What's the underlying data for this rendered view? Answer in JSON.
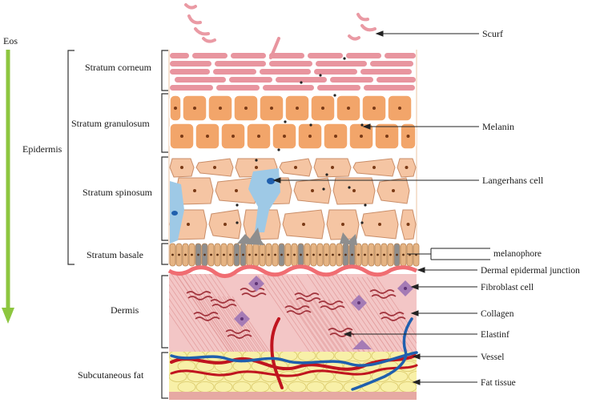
{
  "axis": {
    "label": "Eos"
  },
  "groups": {
    "epidermis": "Epidermis",
    "dermis": "Dermis",
    "subcutaneous": "Subcutaneous fat"
  },
  "layers": {
    "corneum": "Stratum corneum",
    "granulosum": "Stratum granulosum",
    "spinosum": "Stratum spinosum",
    "basale": "Stratum basale"
  },
  "annotations": [
    "Scurf",
    "Melanin",
    "Langerhans cell",
    "melanophore",
    "Dermal epidermal junction",
    "Fibroblast cell",
    "Collagen",
    "Elastinf",
    "Vessel",
    "Fat tissue"
  ],
  "colors": {
    "arrow_green": "#8dc63f",
    "corneum": "#e8959f",
    "granulosum": "#f2a56a",
    "spinosum": "#f5c5a3",
    "langerhans": "#9ec9e6",
    "basale": "#e5b484",
    "melanophore": "#8e8e8e",
    "junction": "#f06d72",
    "dermis": "#f3c6c6",
    "fibroblast": "#a57bb5",
    "elastin": "#a2343d",
    "vessel_red": "#c0141f",
    "vessel_blue": "#1f5fae",
    "fat": "#f8f0a8",
    "nucleus": "#7a3a16"
  }
}
